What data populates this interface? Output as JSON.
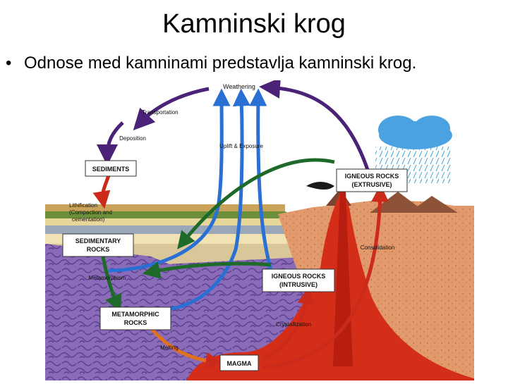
{
  "slide": {
    "title": "Kamninski krog",
    "bullet_symbol": "•",
    "bullet_text": "Odnose med kamninami predstavlja kamninski krog."
  },
  "diagram": {
    "labels": {
      "weathering": "Weathering",
      "transportation": "Transportation",
      "deposition": "Deposition",
      "uplift": "Uplift & Exposure",
      "sediments": "SEDIMENTS",
      "lithification_1": "Lithification",
      "lithification_2": "(Compaction and",
      "lithification_3": "cementation)",
      "sedimentary_1": "SEDIMENTARY",
      "sedimentary_2": "ROCKS",
      "metamorphism": "Metamorphism",
      "metamorphic_1": "METAMORPHIC",
      "metamorphic_2": "ROCKS",
      "melting": "Melting",
      "magma": "MAGMA",
      "crystallization": "Crystallization",
      "igneous_intrusive_1": "IGNEOUS ROCKS",
      "igneous_intrusive_2": "(INTRUSIVE)",
      "igneous_extrusive_1": "IGNEOUS ROCKS",
      "igneous_extrusive_2": "(EXTRUSIVE)",
      "consolidation": "Consolidation"
    },
    "colors": {
      "purple_arrow": "#4a2277",
      "blue_arrow": "#2a6fd4",
      "green_arrow": "#1d6a2a",
      "red_arrow": "#cc2a1a",
      "magma": "#d42e18",
      "crust": "#e29a6d",
      "metamorphic": "#8a6bb8",
      "cloud": "#4aa3e0"
    }
  }
}
